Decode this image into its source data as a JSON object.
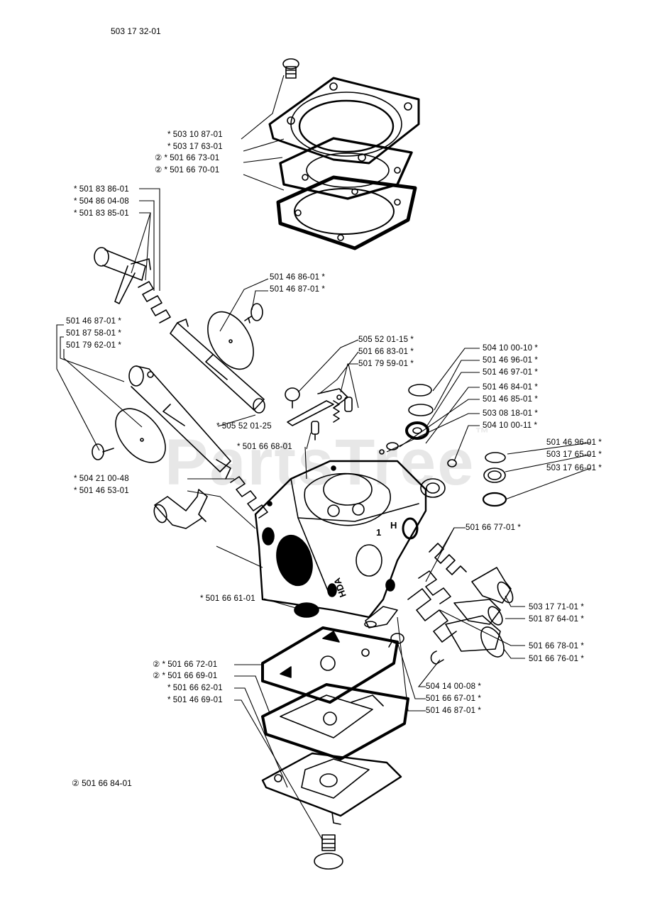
{
  "title": "503 17 32-01",
  "watermark": "PartsTree",
  "watermark_mark": "™",
  "footnote": {
    "symbol": "②",
    "text": "501 66 84-01"
  },
  "markers": {
    "star": "*",
    "kit": "②"
  },
  "labels": [
    {
      "id": "l01",
      "pn": "503 10 87-01",
      "pre": "*",
      "post": ""
    },
    {
      "id": "l02",
      "pn": "503 17 63-01",
      "pre": "*",
      "post": ""
    },
    {
      "id": "l03",
      "pn": "501 66 73-01",
      "pre": "② *",
      "post": ""
    },
    {
      "id": "l04",
      "pn": "501 66 70-01",
      "pre": "② *",
      "post": ""
    },
    {
      "id": "l05",
      "pn": "501 83 86-01",
      "pre": "*",
      "post": ""
    },
    {
      "id": "l06",
      "pn": "504 86 04-08",
      "pre": "*",
      "post": ""
    },
    {
      "id": "l07",
      "pn": "501 83 85-01",
      "pre": "*",
      "post": ""
    },
    {
      "id": "l08",
      "pn": "501 46 86-01",
      "pre": "",
      "post": "*"
    },
    {
      "id": "l09",
      "pn": "501 46 87-01",
      "pre": "",
      "post": "*"
    },
    {
      "id": "l10",
      "pn": "501 46 87-01",
      "pre": "",
      "post": "*"
    },
    {
      "id": "l11",
      "pn": "501 87 58-01",
      "pre": "",
      "post": "*"
    },
    {
      "id": "l12",
      "pn": "501 79 62-01",
      "pre": "",
      "post": "*"
    },
    {
      "id": "l13",
      "pn": "505 52 01-15",
      "pre": "",
      "post": "*"
    },
    {
      "id": "l14",
      "pn": "501 66 83-01",
      "pre": "",
      "post": "*"
    },
    {
      "id": "l15",
      "pn": "501 79 59-01",
      "pre": "",
      "post": "*"
    },
    {
      "id": "l16",
      "pn": "504 10 00-10",
      "pre": "",
      "post": "*"
    },
    {
      "id": "l17",
      "pn": "501 46 96-01",
      "pre": "",
      "post": "*"
    },
    {
      "id": "l18",
      "pn": "501 46 97-01",
      "pre": "",
      "post": "*"
    },
    {
      "id": "l19",
      "pn": "501 46 84-01",
      "pre": "",
      "post": "*"
    },
    {
      "id": "l20",
      "pn": "501 46 85-01",
      "pre": "",
      "post": "*"
    },
    {
      "id": "l21",
      "pn": "503 08 18-01",
      "pre": "",
      "post": "*"
    },
    {
      "id": "l22",
      "pn": "504 10 00-11",
      "pre": "",
      "post": "*"
    },
    {
      "id": "l23",
      "pn": "505 52 01-25",
      "pre": "*",
      "post": ""
    },
    {
      "id": "l24",
      "pn": "501 66 68-01",
      "pre": "*",
      "post": ""
    },
    {
      "id": "l25",
      "pn": "501 46 96-01",
      "pre": "",
      "post": "*"
    },
    {
      "id": "l26",
      "pn": "503 17 65-01",
      "pre": "",
      "post": "*"
    },
    {
      "id": "l27",
      "pn": "503 17 66-01",
      "pre": "",
      "post": "*"
    },
    {
      "id": "l28",
      "pn": "504 21 00-48",
      "pre": "*",
      "post": ""
    },
    {
      "id": "l29",
      "pn": "501 46 53-01",
      "pre": "*",
      "post": ""
    },
    {
      "id": "l30",
      "pn": "501 66 77-01",
      "pre": "",
      "post": "*"
    },
    {
      "id": "l31",
      "pn": "501 66 61-01",
      "pre": "*",
      "post": ""
    },
    {
      "id": "l32",
      "pn": "503 17 71-01",
      "pre": "",
      "post": "*"
    },
    {
      "id": "l33",
      "pn": "501 87 64-01",
      "pre": "",
      "post": "*"
    },
    {
      "id": "l34",
      "pn": "501 66 78-01",
      "pre": "",
      "post": "*"
    },
    {
      "id": "l35",
      "pn": "501 66 76-01",
      "pre": "",
      "post": "*"
    },
    {
      "id": "l36",
      "pn": "501 66 72-01",
      "pre": "② *",
      "post": ""
    },
    {
      "id": "l37",
      "pn": "501 66 69-01",
      "pre": "② *",
      "post": ""
    },
    {
      "id": "l38",
      "pn": "501 66 62-01",
      "pre": "*",
      "post": ""
    },
    {
      "id": "l39",
      "pn": "501 46 69-01",
      "pre": "*",
      "post": ""
    },
    {
      "id": "l40",
      "pn": "504 14 00-08",
      "pre": "",
      "post": "*"
    },
    {
      "id": "l41",
      "pn": "501 66 67-01",
      "pre": "",
      "post": "*"
    },
    {
      "id": "l42",
      "pn": "501 46 87-01",
      "pre": "",
      "post": "*"
    }
  ],
  "body_markings": {
    "hda": "HDA",
    "l": "1",
    "h": "H"
  }
}
